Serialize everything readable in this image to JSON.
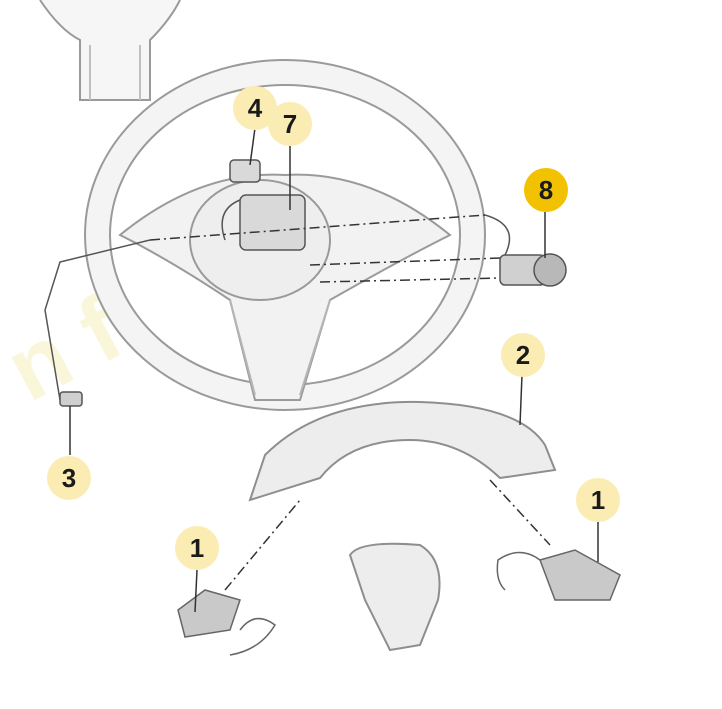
{
  "watermark": {
    "text": "n for parts"
  },
  "callouts": [
    {
      "label": "4",
      "active": false
    },
    {
      "label": "7",
      "active": false
    },
    {
      "label": "8",
      "active": true
    },
    {
      "label": "2",
      "active": false
    },
    {
      "label": "3",
      "active": false
    },
    {
      "label": "1",
      "active": false
    },
    {
      "label": "1",
      "active": false
    }
  ],
  "colors": {
    "callout_fill": "#fbecb4",
    "callout_active": "#f2c200",
    "line": "#333333"
  }
}
